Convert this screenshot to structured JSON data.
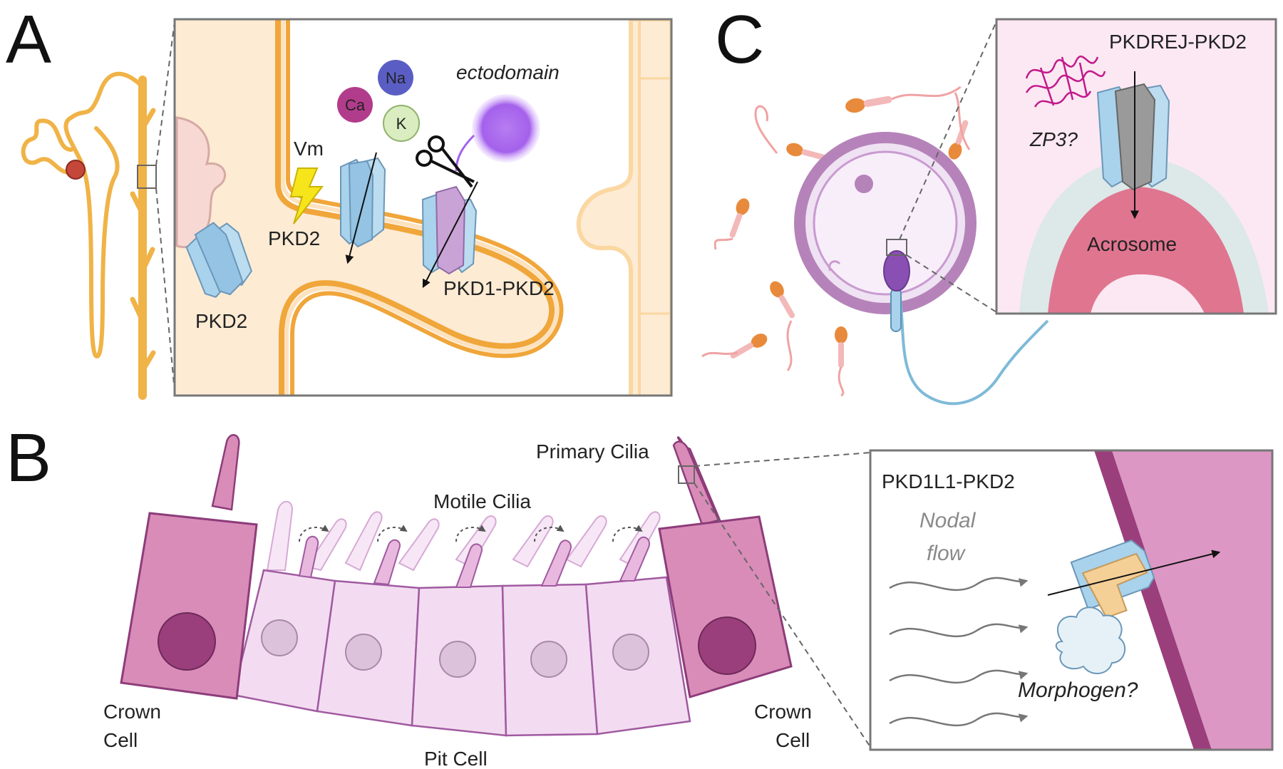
{
  "panels": {
    "a": "A",
    "b": "B",
    "c": "C"
  },
  "panel_a": {
    "ectodomain": "ectodomain",
    "ions": {
      "ca": "Ca",
      "na": "Na",
      "k": "K"
    },
    "vm": "Vm",
    "pkd2_left": "PKD2",
    "pkd2_channel": "PKD2",
    "pkd1_pkd2": "PKD1-PKD2"
  },
  "panel_b": {
    "primary_cilia": "Primary Cilia",
    "motile_cilia": "Motile Cilia",
    "crown_left": [
      "Crown",
      "Cell"
    ],
    "crown_right": [
      "Crown",
      "Cell"
    ],
    "pit_cell": "Pit Cell",
    "inset_title": "PKD1L1-PKD2",
    "nodal_flow": [
      "Nodal",
      "flow"
    ],
    "morphogen": "Morphogen?"
  },
  "panel_c": {
    "complex": "PKDREJ-PKD2",
    "zp3": "ZP3?",
    "acrosome": "Acrosome"
  },
  "colors": {
    "kidney": "#f0b347",
    "cytoplasm": "#fdebd4",
    "membrane": "#f0a63a",
    "channel_blue": "#a9d2ec",
    "pkd1_purple": "#c9a3d6",
    "crown_cell": "#d98cb8",
    "pit_cell": "#f3dcf1",
    "egg_zona": "#b07ab4",
    "acrosome": "#e07590",
    "zp3": "#c2198c",
    "pkd1l1": "#f4cf96"
  }
}
